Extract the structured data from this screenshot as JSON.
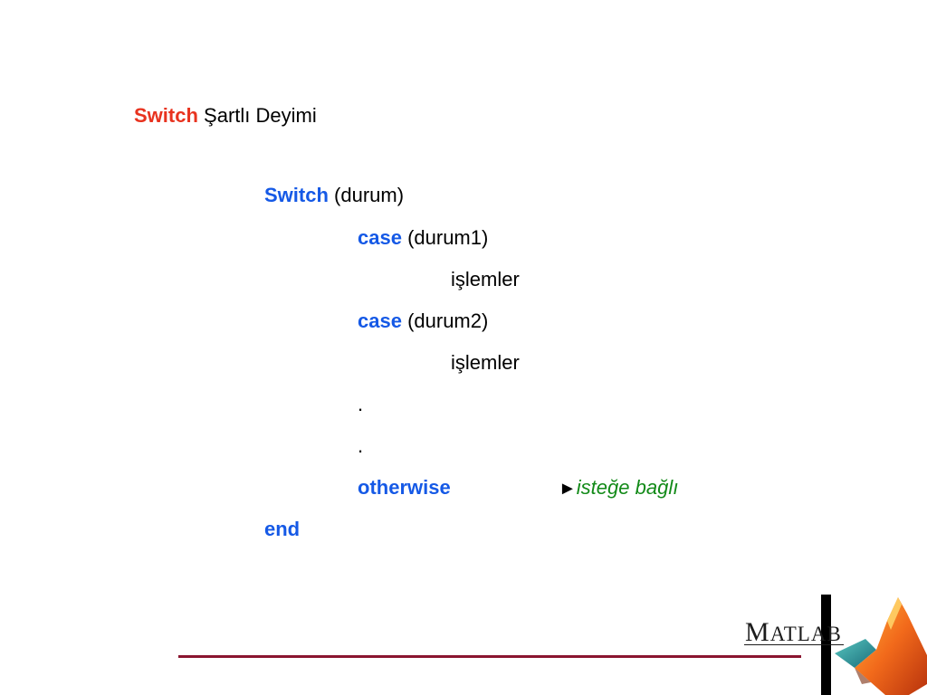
{
  "heading": {
    "keyword": "Switch",
    "text": "Şartlı Deyimi"
  },
  "code": {
    "switch_kw": "Switch",
    "switch_arg": "(durum)",
    "case1_kw": "case",
    "case1_arg": "(durum1)",
    "ops1": "işlemler",
    "case2_kw": "case",
    "case2_arg": "(durum2)",
    "ops2": "işlemler",
    "dot1": ".",
    "dot2": ".",
    "otherwise_kw": "otherwise",
    "optional_arrow": "►",
    "optional_note": "isteğe bağlı",
    "end_kw": "end"
  },
  "logo": {
    "text_big": "M",
    "text_small": "ATLAB"
  },
  "colors": {
    "title_keyword": "#e8331f",
    "code_keyword": "#1559e6",
    "note": "#128a18",
    "rule": "#8a1530"
  }
}
